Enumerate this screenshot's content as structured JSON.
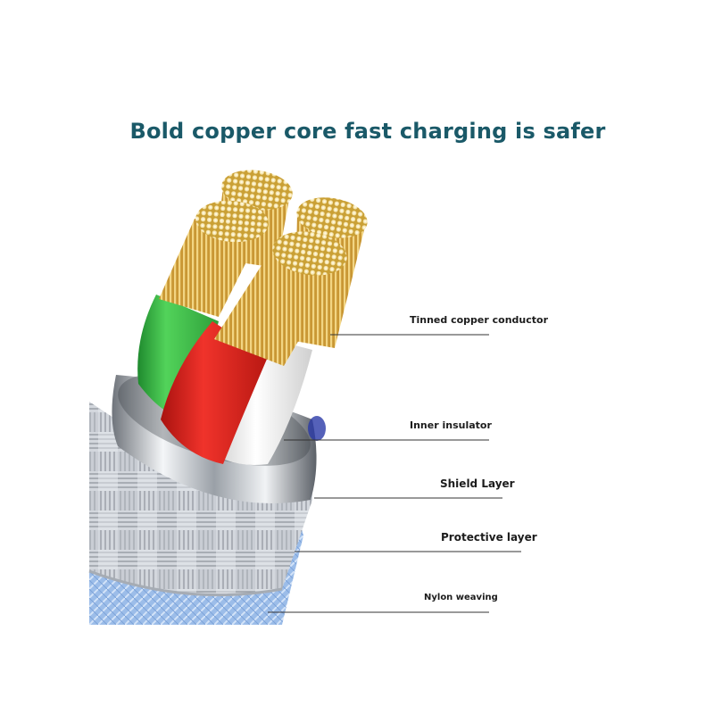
{
  "header": {
    "title": "Bold copper core fast charging is safer"
  },
  "callouts": [
    {
      "label": "Tinned copper conductor"
    },
    {
      "label": "Inner insulator"
    },
    {
      "label": "Shield Layer"
    },
    {
      "label": "Protective layer"
    },
    {
      "label": "Nylon weaving"
    }
  ],
  "colors": {
    "title": "#1a5968",
    "copper": "#d9a845",
    "green_insulation": "#3ec04a",
    "red_insulation": "#e0231f",
    "white_insulation": "#ececec",
    "shield": "#cfd3d8",
    "braid": "#b9c8ea",
    "nylon": "#8fb4e6"
  }
}
